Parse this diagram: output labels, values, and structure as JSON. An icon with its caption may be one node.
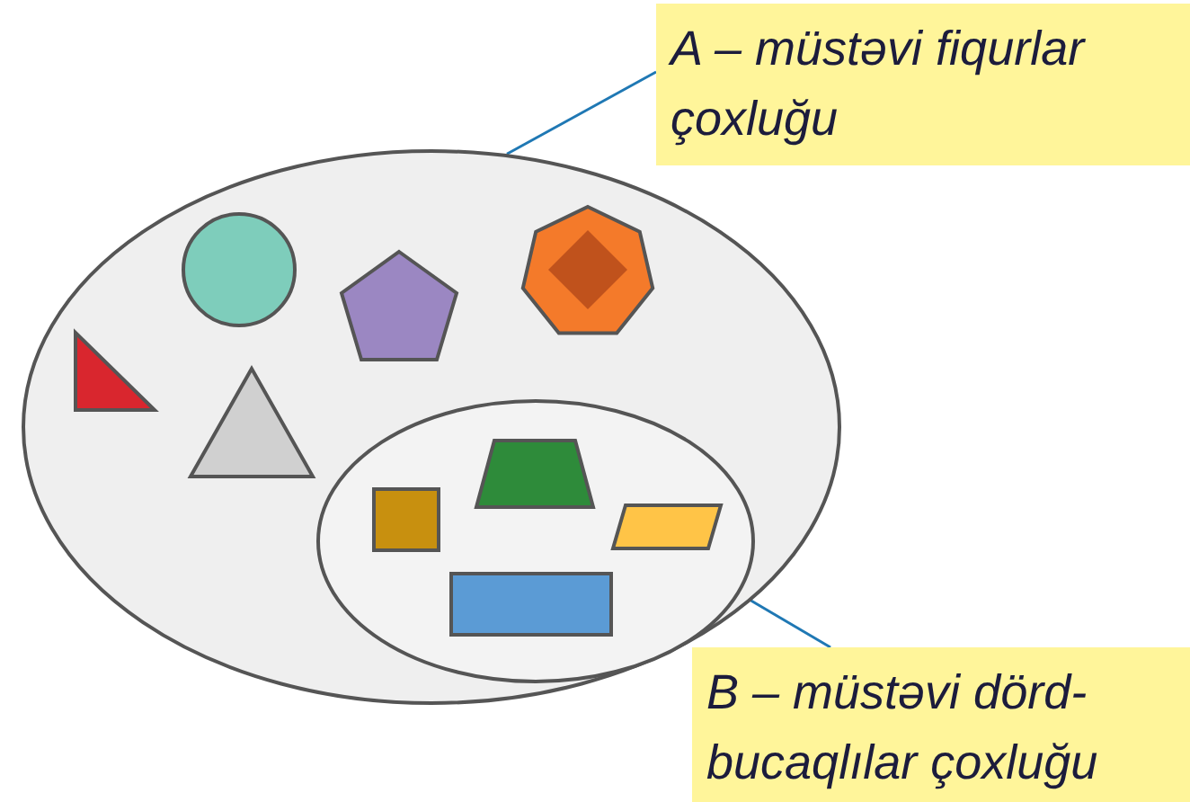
{
  "diagram": {
    "nodes": [
      {
        "text": [
          "A – müstəvi fiqurlar çoxluğu"
        ]
      },
      {
        "text": [],
        "shape": "ellipse"
      },
      {
        "text": [],
        "shape": "ellipse",
        "in": 1
      },
      {
        "text": [
          "B – müstəvi dörd- bucaqlılar çoxluğu"
        ]
      }
    ],
    "edges": [
      {
        "from": 0,
        "to": 1,
        "arrow": "none"
      },
      {
        "from": 3,
        "to": 2,
        "arrow": "none"
      }
    ]
  }
}
